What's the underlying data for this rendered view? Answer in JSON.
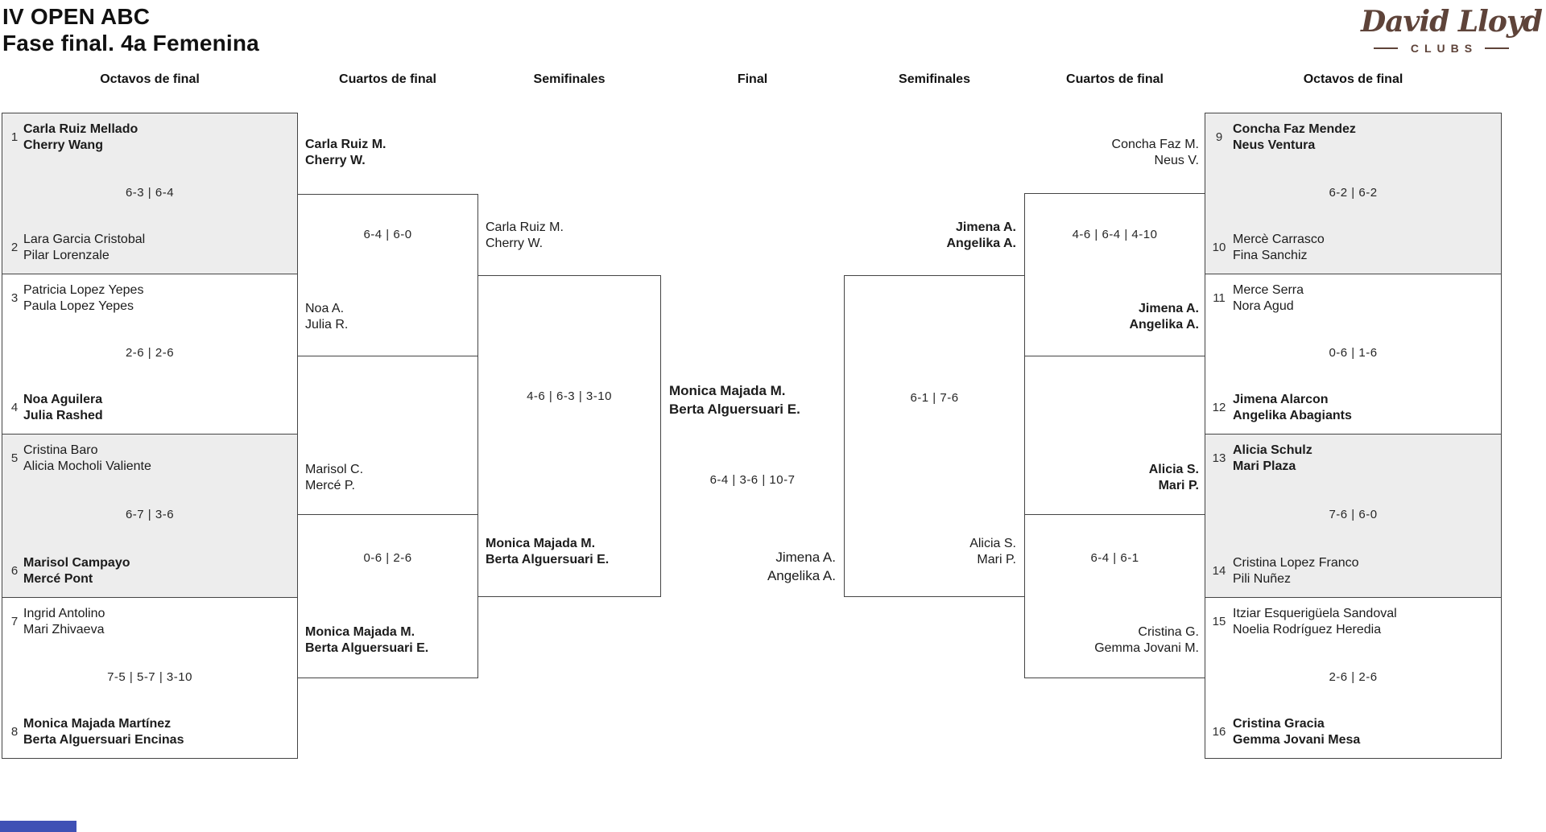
{
  "title": {
    "line1": "IV OPEN ABC",
    "line2": "Fase final. 4a Femenina"
  },
  "logo": {
    "brand": "David Lloyd",
    "subtitle": "CLUBS",
    "color": "#5e4339"
  },
  "round_headers": [
    "Octavos de final",
    "Cuartos de final",
    "Semifinales",
    "Final",
    "Semifinales",
    "Cuartos de final",
    "Octavos de final"
  ],
  "colors": {
    "box_border": "#444444",
    "shaded_box_bg": "#ededed",
    "accent_bar": "#3f51b5",
    "logo_brown": "#5e4339",
    "text": "#1c1c1c"
  },
  "bracket": {
    "round_of_16_left": [
      {
        "seed_top": "1",
        "team_top": [
          "Carla Ruiz Mellado",
          "Cherry Wang"
        ],
        "top_winner": true,
        "score": "6-3 | 6-4",
        "seed_bottom": "2",
        "team_bottom": [
          "Lara Garcia Cristobal",
          "Pilar Lorenzale"
        ],
        "bottom_winner": false
      },
      {
        "seed_top": "3",
        "team_top": [
          "Patricia Lopez Yepes",
          "Paula Lopez Yepes"
        ],
        "top_winner": false,
        "score": "2-6 | 2-6",
        "seed_bottom": "4",
        "team_bottom": [
          "Noa Aguilera",
          "Julia Rashed"
        ],
        "bottom_winner": true
      },
      {
        "seed_top": "5",
        "team_top": [
          "Cristina Baro",
          "Alicia Mocholi Valiente"
        ],
        "top_winner": false,
        "score": "6-7 | 3-6",
        "seed_bottom": "6",
        "team_bottom": [
          "Marisol Campayo",
          "Mercé Pont"
        ],
        "bottom_winner": true
      },
      {
        "seed_top": "7",
        "team_top": [
          "Ingrid Antolino",
          "Mari Zhivaeva"
        ],
        "top_winner": false,
        "score": "7-5 | 5-7 | 3-10",
        "seed_bottom": "8",
        "team_bottom": [
          "Monica Majada Martínez",
          "Berta Alguersuari Encinas"
        ],
        "bottom_winner": true
      }
    ],
    "quarterfinals_left": [
      {
        "team_top": [
          "Carla Ruiz M.",
          "Cherry W."
        ],
        "top_winner": true,
        "score": "6-4 | 6-0",
        "team_bottom": [
          "Noa A.",
          "Julia R."
        ],
        "bottom_winner": false
      },
      {
        "team_top": [
          "Marisol C.",
          "Mercé P."
        ],
        "top_winner": false,
        "score": "0-6 | 2-6",
        "team_bottom": [
          "Monica Majada M.",
          "Berta Alguersuari E."
        ],
        "bottom_winner": true
      }
    ],
    "semifinal_left": {
      "team_top": [
        "Carla Ruiz M.",
        "Cherry W."
      ],
      "top_winner": false,
      "score": "4-6 | 6-3 | 3-10",
      "team_bottom": [
        "Monica Majada M.",
        "Berta Alguersuari E."
      ],
      "bottom_winner": true
    },
    "final": {
      "team_left": [
        "Monica Majada M.",
        "Berta Alguersuari E."
      ],
      "left_winner": true,
      "score": "6-4 | 3-6 | 10-7",
      "team_right": [
        "Jimena A.",
        "Angelika A."
      ],
      "right_winner": false
    },
    "semifinal_right": {
      "team_top": [
        "Jimena A.",
        "Angelika A."
      ],
      "top_winner": true,
      "score": "6-1 | 7-6",
      "team_bottom": [
        "Alicia S.",
        "Mari P."
      ],
      "bottom_winner": false
    },
    "quarterfinals_right": [
      {
        "team_top": [
          "Concha Faz M.",
          "Neus V."
        ],
        "top_winner": false,
        "score": "4-6 | 6-4 | 4-10",
        "team_bottom": [
          "Jimena A.",
          "Angelika A."
        ],
        "bottom_winner": true
      },
      {
        "team_top": [
          "Alicia S.",
          "Mari P."
        ],
        "top_winner": true,
        "score": "6-4 | 6-1",
        "team_bottom": [
          "Cristina G.",
          "Gemma Jovani M."
        ],
        "bottom_winner": false
      }
    ],
    "round_of_16_right": [
      {
        "seed_top": "9",
        "team_top": [
          "Concha Faz Mendez",
          "Neus Ventura"
        ],
        "top_winner": true,
        "score": "6-2 | 6-2",
        "seed_bottom": "10",
        "team_bottom": [
          "Mercè Carrasco",
          "Fina Sanchiz"
        ],
        "bottom_winner": false
      },
      {
        "seed_top": "11",
        "team_top": [
          "Merce Serra",
          "Nora Agud"
        ],
        "top_winner": false,
        "score": "0-6 | 1-6",
        "seed_bottom": "12",
        "team_bottom": [
          "Jimena Alarcon",
          "Angelika Abagiants"
        ],
        "bottom_winner": true
      },
      {
        "seed_top": "13",
        "team_top": [
          "Alicia Schulz",
          "Mari Plaza"
        ],
        "top_winner": true,
        "score": "7-6 | 6-0",
        "seed_bottom": "14",
        "team_bottom": [
          "Cristina Lopez Franco",
          "Pili Nuñez"
        ],
        "bottom_winner": false
      },
      {
        "seed_top": "15",
        "team_top": [
          "Itziar Esquerigüela Sandoval",
          "Noelia Rodríguez Heredia"
        ],
        "top_winner": false,
        "score": "2-6 | 2-6",
        "seed_bottom": "16",
        "team_bottom": [
          "Cristina Gracia",
          "Gemma Jovani Mesa"
        ],
        "bottom_winner": true
      }
    ]
  }
}
